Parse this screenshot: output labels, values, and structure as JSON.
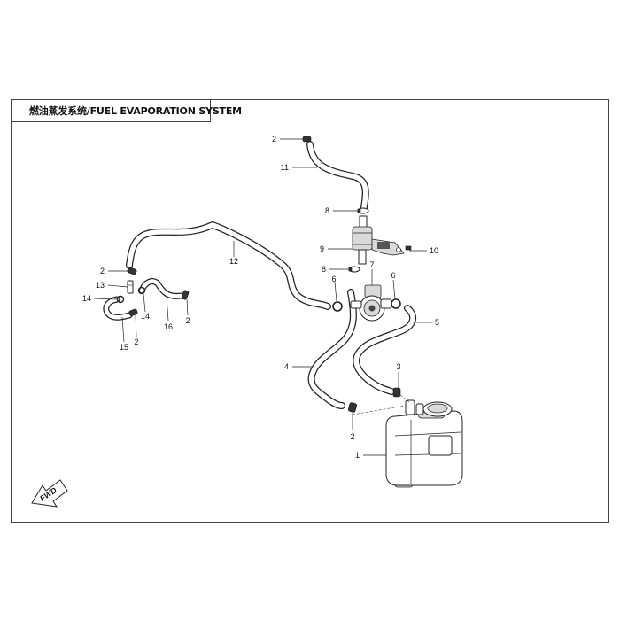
{
  "title": "燃油蒸发系统/FUEL EVAPORATION SYSTEM",
  "fwd_label": "FWD",
  "callouts": [
    {
      "id": "c2a",
      "text": "2"
    },
    {
      "id": "c11",
      "text": "11"
    },
    {
      "id": "c8a",
      "text": "8"
    },
    {
      "id": "c9",
      "text": "9"
    },
    {
      "id": "c10",
      "text": "10"
    },
    {
      "id": "c12",
      "text": "12"
    },
    {
      "id": "c8b",
      "text": "8"
    },
    {
      "id": "c7",
      "text": "7"
    },
    {
      "id": "c6a",
      "text": "6"
    },
    {
      "id": "c6b",
      "text": "6"
    },
    {
      "id": "c5",
      "text": "5"
    },
    {
      "id": "c2b",
      "text": "2"
    },
    {
      "id": "c13",
      "text": "13"
    },
    {
      "id": "c14a",
      "text": "14"
    },
    {
      "id": "c14b",
      "text": "14"
    },
    {
      "id": "c16",
      "text": "16"
    },
    {
      "id": "c2c",
      "text": "2"
    },
    {
      "id": "c2d",
      "text": "2"
    },
    {
      "id": "c15",
      "text": "15"
    },
    {
      "id": "c4",
      "text": "4"
    },
    {
      "id": "c3",
      "text": "3"
    },
    {
      "id": "c2e",
      "text": "2"
    },
    {
      "id": "c1",
      "text": "1"
    }
  ]
}
